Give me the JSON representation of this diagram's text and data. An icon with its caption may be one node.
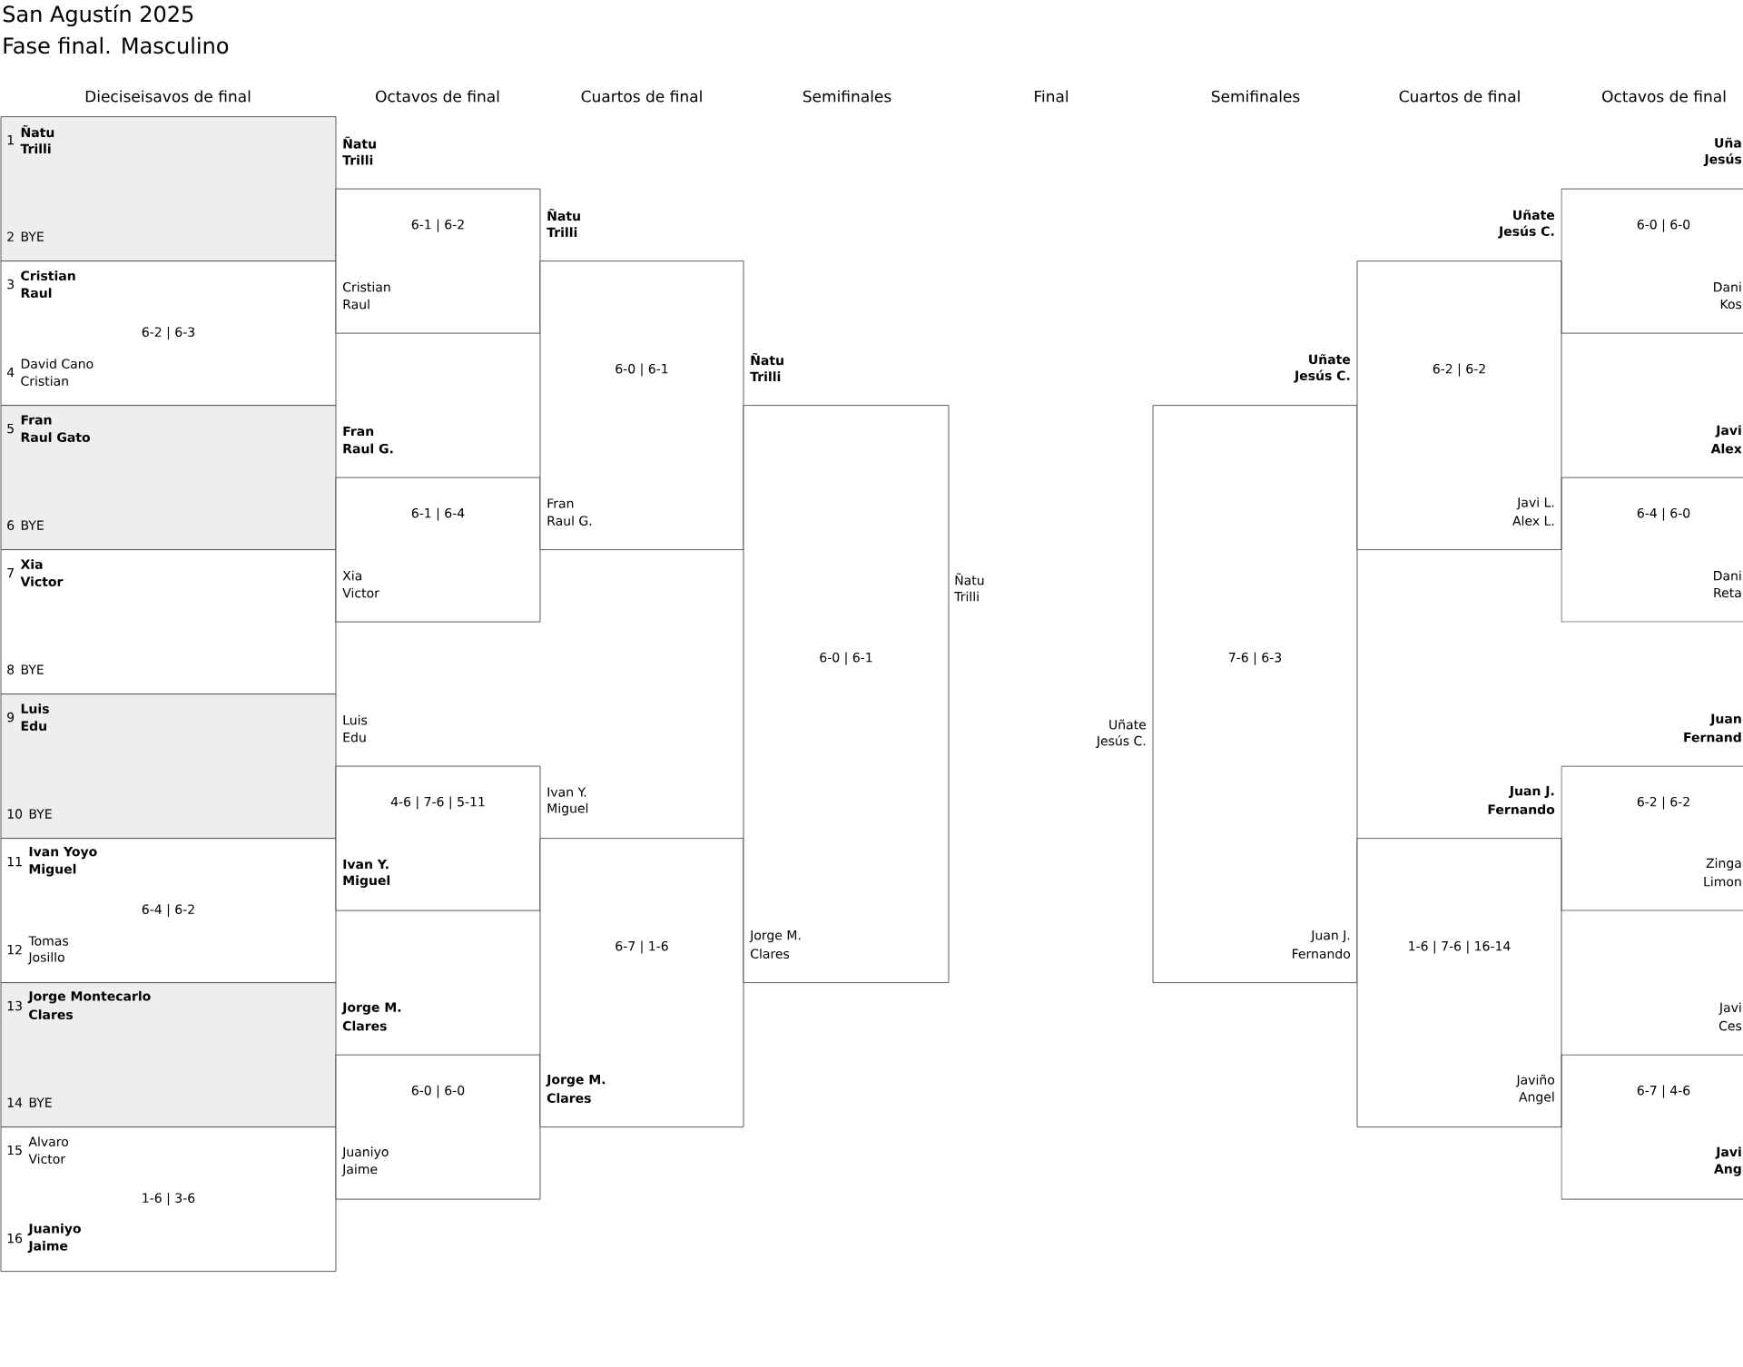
{
  "diagram": {
    "title": "San Agustín 2025",
    "nodes": [
      {
        "text": [
          "1",
          "Ñatu",
          "Trilli",
          "2",
          "BYE"
        ]
      },
      {
        "text": [
          "3",
          "Cristian",
          "Raul",
          "6-2 | 6-3",
          "4",
          "David Cano",
          "Cristian"
        ]
      },
      {
        "text": [
          "5",
          "Fran",
          "Raul Gato",
          "6",
          "BYE"
        ]
      },
      {
        "text": [
          "7",
          "Xia",
          "Victor",
          "8",
          "BYE"
        ]
      },
      {
        "text": [
          "9",
          "Luis",
          "Edu",
          "10",
          "BYE"
        ]
      },
      {
        "text": [
          "11",
          "Ivan Yoyo",
          "Miguel",
          "6-4 | 6-2",
          "12",
          "Tomas",
          "Josillo"
        ]
      },
      {
        "text": [
          "13",
          "Jorge Montecarlo",
          "Clares",
          "14",
          "BYE"
        ]
      },
      {
        "text": [
          "15",
          "Alvaro",
          "Victor",
          "1-6 | 3-6",
          "16",
          "Juaniyo",
          "Jaime"
        ]
      },
      {
        "text": [
          "Ñatu",
          "Trilli",
          "6-1 | 6-2",
          "Cristian",
          "Raul"
        ]
      },
      {
        "text": [
          "Fran",
          "Raul G.",
          "6-1 | 6-4",
          "Xia",
          "Victor"
        ]
      },
      {
        "text": [
          "Luis",
          "Edu",
          "4-6 | 7-6 | 5-11",
          "Ivan Y.",
          "Miguel"
        ]
      },
      {
        "text": [
          "Jorge M.",
          "Clares",
          "6-0 | 6-0",
          "Juaniyo",
          "Jaime"
        ]
      },
      {
        "text": [
          "Ñatu",
          "Trilli",
          "6-0 | 6-1",
          "Fran",
          "Raul G."
        ]
      },
      {
        "text": [
          "Ivan Y.",
          "Miguel",
          "6-7 | 1-6",
          "Jorge M.",
          "Clares"
        ]
      },
      {
        "text": [
          "Ñatu",
          "Trilli",
          "6-0 | 6-1",
          "Jorge M.",
          "Clares"
        ]
      },
      {
        "text": [
          "Uñate",
          "Jesús C.",
          "7-6 | 6-3",
          "Juan J.",
          "Fernando"
        ]
      },
      {
        "text": [
          "Uñate",
          "Jesús C.",
          "6-2 | 6-2",
          "Javi L.",
          "Alex L."
        ]
      },
      {
        "text": [
          "Juan J.",
          "Fernando",
          "1-6 | 7-6 | 16-14",
          "Javiño",
          "Angel"
        ]
      },
      {
        "text": [
          "Uña",
          "Jesús",
          "6-0 | 6-0",
          "Dani",
          "Kos"
        ]
      },
      {
        "text": [
          "Javi",
          "Alex",
          "6-4 | 6-0",
          "Dani",
          "Reta"
        ]
      },
      {
        "text": [
          "Juan",
          "Fernand",
          "6-2 | 6-2",
          "Zinga",
          "Limon"
        ]
      },
      {
        "text": [
          "Javi",
          "Ces",
          "6-7 | 4-6",
          "Javi",
          "Ang"
        ]
      }
    ],
    "labels": [
      "Fase final. Masculino",
      "Dieciseisavos de final",
      "Octavos de final",
      "Cuartos de final",
      "Semifinales",
      "Final",
      "Semifinales",
      "Cuartos de final",
      "Octavos de final",
      "Ñatu",
      "Trilli",
      "Uñate",
      "Jesús C."
    ]
  }
}
